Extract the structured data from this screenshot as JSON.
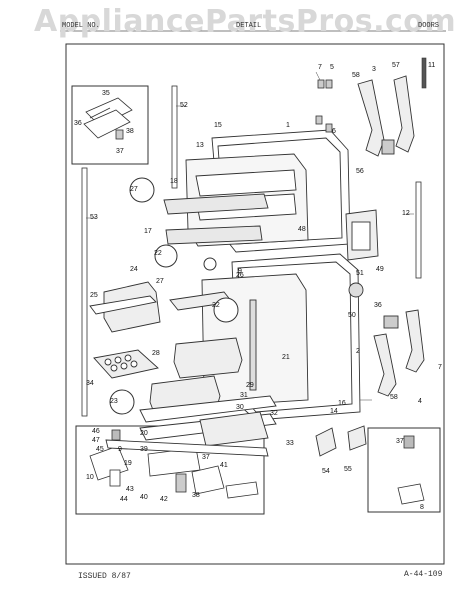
{
  "watermark": "AppliancePartsPros.com",
  "header": {
    "left": "MODEL NO.",
    "middle": "DETAIL",
    "right": "DOORS"
  },
  "footer": {
    "issued": "ISSUED 8/87",
    "drawing_no": "A-44-109"
  },
  "parts": {
    "p1": "1",
    "p2": "2",
    "p3": "3",
    "p4": "4",
    "p5": "5",
    "p6": "6",
    "p7a": "7",
    "p7b": "7",
    "p8": "8",
    "p9": "9",
    "p10": "10",
    "p11": "11",
    "p12": "12",
    "p13": "13",
    "p14": "14",
    "p15": "15",
    "p16": "16",
    "p17": "17",
    "p18": "18",
    "p19": "19",
    "p20": "20",
    "p21": "21",
    "p22a": "22",
    "p22b": "22",
    "p23": "23",
    "p24": "24",
    "p25": "25",
    "p26": "26",
    "p27a": "27",
    "p27b": "27",
    "p28": "28",
    "p29": "29",
    "p30": "30",
    "p31": "31",
    "p32": "32",
    "p33": "33",
    "p34": "34",
    "p35": "35",
    "p36a": "36",
    "p36b": "36",
    "p37a": "37",
    "p37b": "37",
    "p37c": "37",
    "p38a": "38",
    "p38b": "38",
    "p39": "39",
    "p40": "40",
    "p41": "41",
    "p42": "42",
    "p43": "43",
    "p44": "44",
    "p45": "45",
    "p46": "46",
    "p47": "47",
    "p48": "48",
    "p49": "49",
    "p50": "50",
    "p51": "51",
    "p52": "52",
    "p53": "53",
    "p54": "54",
    "p55": "55",
    "p56": "56",
    "p57": "57",
    "p58a": "58",
    "p58b": "58",
    "p9b": "9"
  }
}
